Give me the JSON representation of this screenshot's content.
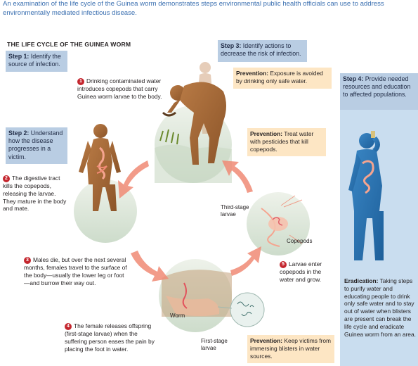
{
  "caption": "An examination of the life cycle of the Guinea worm demonstrates steps environmental public health officials can use to address environmentally mediated infectious disease.",
  "title": "THE LIFE CYCLE OF THE GUINEA WORM",
  "steps": {
    "step1": {
      "label": "Step 1:",
      "text": "Identify the source of infection."
    },
    "step2": {
      "label": "Step 2:",
      "text": "Understand how the disease progresses in a victim."
    },
    "step3": {
      "label": "Step 3:",
      "text": "Identify actions to decrease the risk of infection."
    },
    "step4": {
      "label": "Step 4:",
      "text": "Provide needed resources and education to affected populations."
    }
  },
  "stages": [
    {
      "num": "1",
      "text": "Drinking contaminated water introduces copepods that carry Guinea worm larvae to the body."
    },
    {
      "num": "2",
      "text": "The digestive tract kills the copepods, releasing the larvae. They mature in the body and mate."
    },
    {
      "num": "3",
      "text": "Males die, but over the next several months, females travel to the surface of the body—usually the lower leg or foot—and burrow their way out."
    },
    {
      "num": "4",
      "text": "The female releases offspring (first-stage larvae) when the suffering person eases the pain by placing the foot in water."
    },
    {
      "num": "5",
      "text": "Larvae enter copepods in the water and grow."
    }
  ],
  "prevention": [
    {
      "label": "Prevention:",
      "text": "Exposure is avoided by drinking only safe water."
    },
    {
      "label": "Prevention:",
      "text": "Treat water with pesticides that kill copepods."
    },
    {
      "label": "Prevention:",
      "text": "Keep victims from immersing blisters in water sources."
    }
  ],
  "eradication": {
    "label": "Eradication:",
    "text": "Taking steps to purify water and educating people to drink only safe water and to stay out of water when blisters are present can break the life cycle and eradicate Guinea worm from an area."
  },
  "labels": {
    "third_stage": "Third-stage larvae",
    "copepods": "Copepods",
    "worm": "Worm",
    "first_stage": "First-stage larvae"
  },
  "colors": {
    "step_box": "#b9cde3",
    "prevention_box": "#fde6c4",
    "stage_number": "#c4262e",
    "arrow": "#f08a74",
    "caption": "#3a6fb0",
    "figure_skin": "#a5683a",
    "water_circle": "#dfe8dc"
  }
}
